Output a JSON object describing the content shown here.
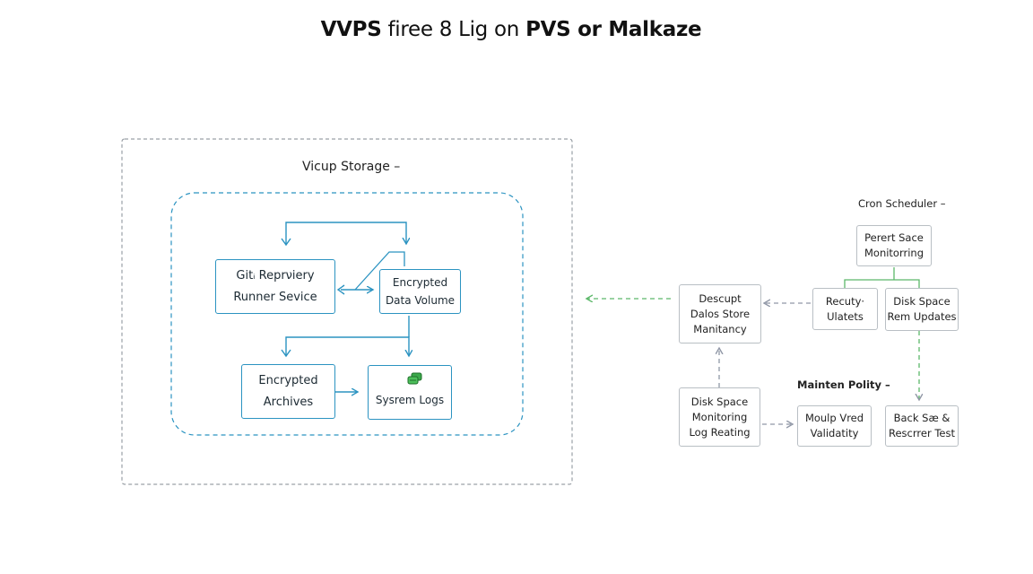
{
  "title": {
    "part1": "VVPS",
    "part2": " fireе 8 Lig on ",
    "part3": "PVS or Malkaze"
  },
  "storage_group": {
    "label": "Vicup Storage –",
    "nodes": {
      "git_runner": [
        "Gitᵢ Reprνiery",
        "Runner Sevice"
      ],
      "encrypted_volume": [
        "Encrypted",
        "Data Volume"
      ],
      "encrypted_archives": [
        "Encrypted",
        "Archives"
      ],
      "system_logs": [
        "Sysrem Logs"
      ]
    }
  },
  "cron_group": {
    "label": "Cron Scheduler –",
    "nodes": {
      "parent_space": [
        "Perert Sace",
        "Monitorring"
      ],
      "security_updates": [
        "Recuty·",
        "Ulatets"
      ],
      "disk_space_updates": [
        "Disk Space",
        "Rem Updates"
      ]
    }
  },
  "maint_group": {
    "label": "Mainten Polity –",
    "nodes": {
      "decrupt_store": [
        "Descupt",
        "Dalos Store",
        "Manitancy"
      ],
      "disk_monitoring": [
        "Disk Space",
        "Monitoring",
        "Log Reating"
      ],
      "multiple_validity": [
        "Moulp Vred",
        "Validatity"
      ],
      "backup_restore": [
        "Back Sæ &",
        "Rescrrer Test"
      ]
    }
  },
  "colors": {
    "blue_flow": "#2b93c1",
    "green_flow": "#5cb86a",
    "gray_flow": "#9097a6",
    "dashed_border": "#9aa0a6"
  },
  "icons": {
    "system_logs": "database-stack-icon"
  }
}
